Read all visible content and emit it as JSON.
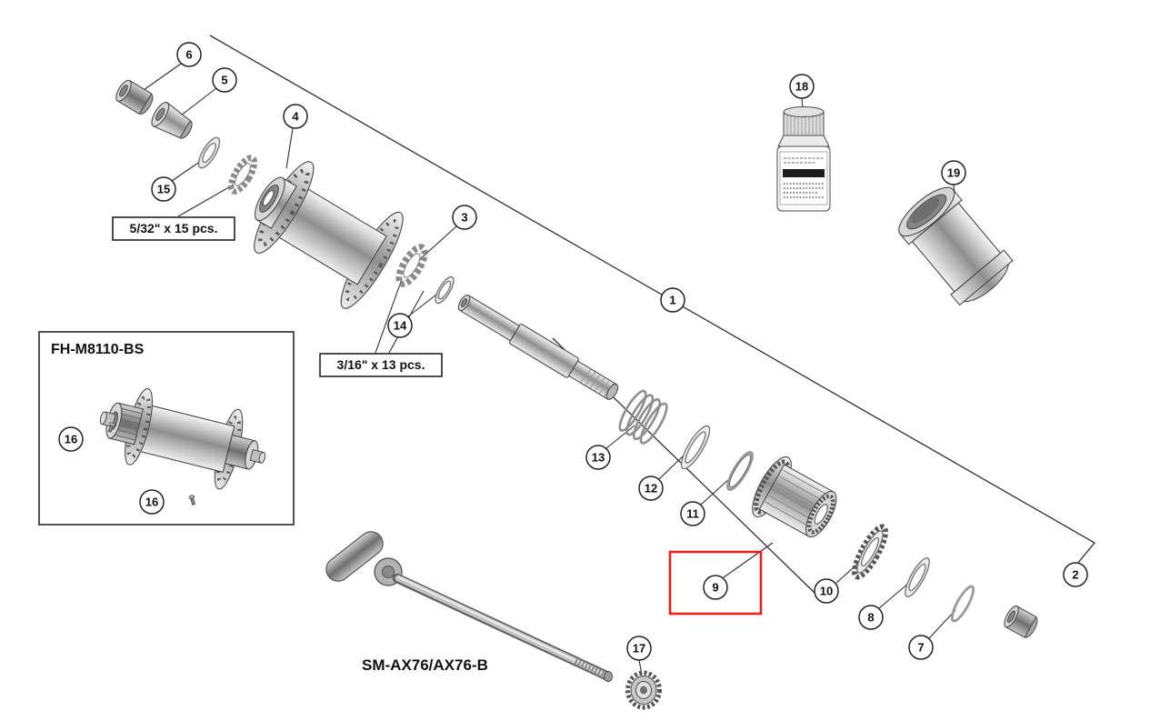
{
  "diagram": {
    "labels": {
      "inset_model": "FH-M8110-BS",
      "axle_model": "SM-AX76/AX76-B",
      "ball_small": "5/32\" x 15 pcs.",
      "ball_large": "3/16\" x 13 pcs."
    },
    "highlight": {
      "part": "9",
      "color": "#e32119"
    },
    "callouts": [
      {
        "num": "1"
      },
      {
        "num": "2"
      },
      {
        "num": "3"
      },
      {
        "num": "4"
      },
      {
        "num": "5"
      },
      {
        "num": "6"
      },
      {
        "num": "7"
      },
      {
        "num": "8"
      },
      {
        "num": "9"
      },
      {
        "num": "10"
      },
      {
        "num": "11"
      },
      {
        "num": "12"
      },
      {
        "num": "13"
      },
      {
        "num": "14"
      },
      {
        "num": "15"
      },
      {
        "num": "16"
      },
      {
        "num": "16"
      },
      {
        "num": "17"
      },
      {
        "num": "18"
      },
      {
        "num": "19"
      }
    ]
  }
}
